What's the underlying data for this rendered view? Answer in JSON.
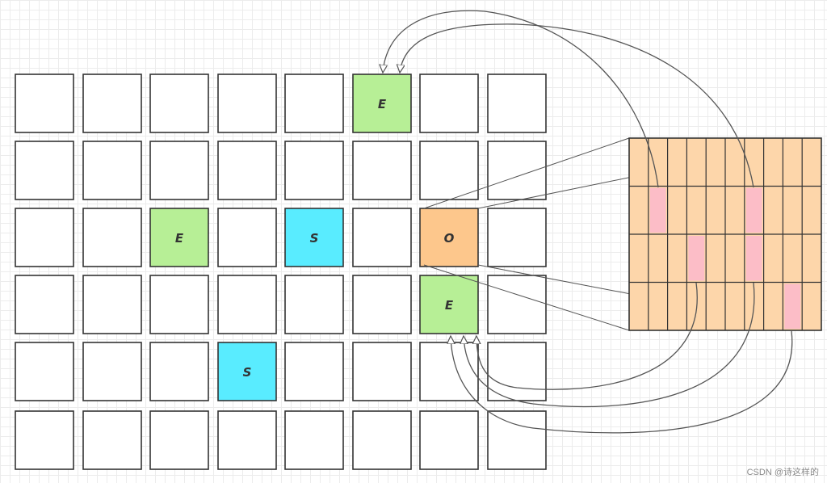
{
  "grid": {
    "rows": 6,
    "cols": 8,
    "cells": [
      {
        "row": 0,
        "col": 5,
        "label": "E",
        "kind": "E"
      },
      {
        "row": 2,
        "col": 2,
        "label": "E",
        "kind": "E"
      },
      {
        "row": 2,
        "col": 4,
        "label": "S",
        "kind": "S"
      },
      {
        "row": 2,
        "col": 6,
        "label": "O",
        "kind": "O"
      },
      {
        "row": 3,
        "col": 6,
        "label": "E",
        "kind": "E"
      },
      {
        "row": 4,
        "col": 3,
        "label": "S",
        "kind": "S"
      }
    ]
  },
  "colors": {
    "E": "#b7ef96",
    "S": "#59ecff",
    "O": "#fdc78c",
    "empty": "#ffffff",
    "border": "#333333",
    "matrix": "#fdd6aa",
    "highlight": "#fcbdc7",
    "arrow": "#555555"
  },
  "matrix": {
    "rows": 4,
    "cols": 10,
    "highlights": [
      {
        "row": 1,
        "col": 1
      },
      {
        "row": 1,
        "col": 6
      },
      {
        "row": 2,
        "col": 3
      },
      {
        "row": 2,
        "col": 6
      },
      {
        "row": 3,
        "col": 8
      }
    ]
  },
  "watermark": "CSDN @诗这样的"
}
